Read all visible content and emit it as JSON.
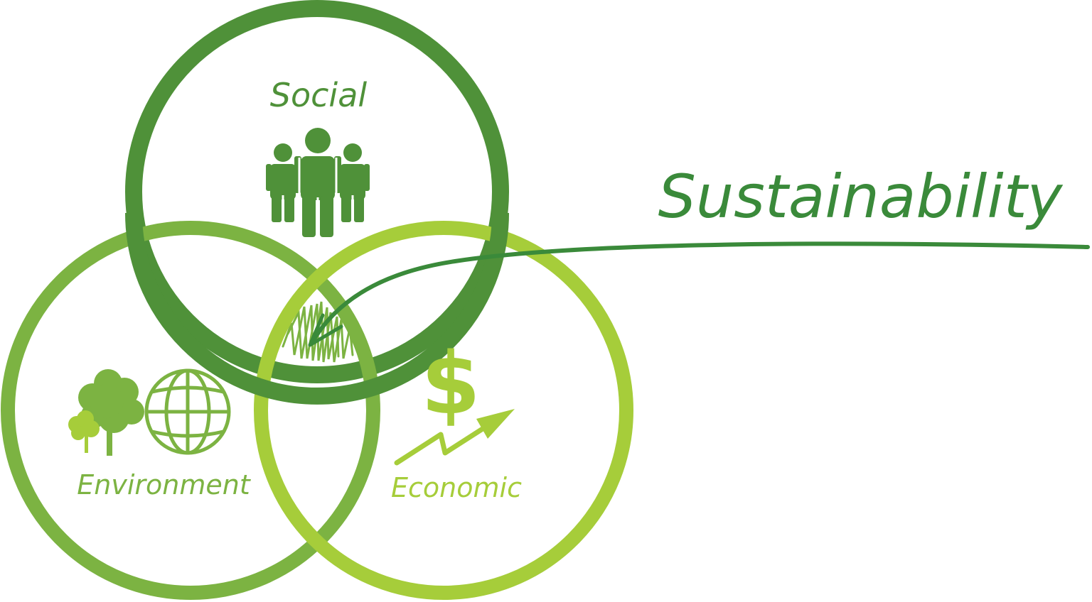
{
  "title": "Sustainability",
  "circles": {
    "social": {
      "label": "Social",
      "color": "#4f9139"
    },
    "environment": {
      "label": "Environment",
      "color": "#7cb342"
    },
    "economic": {
      "label": "Economic",
      "color": "#a6cd3a"
    }
  },
  "colors": {
    "title": "#3a8a3a",
    "arrow": "#3a8a3a",
    "hatch": "#7cb342"
  },
  "icons": [
    "people-icon",
    "tree-icon",
    "globe-icon",
    "dollar-icon",
    "trend-arrow-icon",
    "pointer-arrow-icon"
  ]
}
